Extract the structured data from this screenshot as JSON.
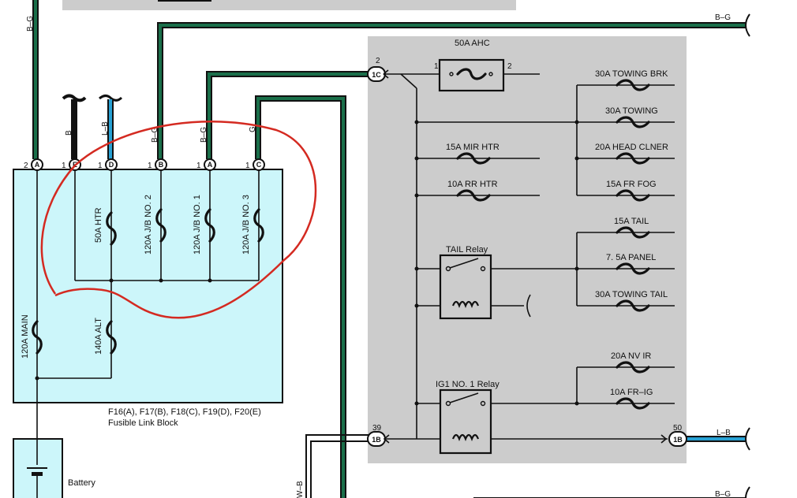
{
  "colors": {
    "junction_box_fill": "#cccccc",
    "fusible_link_fill": "#ccf6fa",
    "wire_bg": "#1a6f4a",
    "wire_lb": "#27a1d4",
    "wire_b": "#111111",
    "annotation_circle": "#d42a21"
  },
  "wires": {
    "bg_top_right": "B–G",
    "lb_right": "L–B",
    "bg_bottom_right": "B–G",
    "wb": "W–B",
    "bg_a_left": "B–G",
    "b_e": "B",
    "lb_d": "L–B",
    "bg_b": "B–G",
    "bg_a": "B–G",
    "g_c": "G"
  },
  "fusible_link_block": {
    "pins": {
      "a_left": "2",
      "e": "1",
      "d": "1",
      "b": "1",
      "a_right": "1",
      "c": "1"
    },
    "terminals": {
      "a_left": "A",
      "e": "E",
      "d": "D",
      "b": "B",
      "a_right": "A",
      "c": "C"
    },
    "fuses": {
      "htr": "50A HTR",
      "jb2": "120A J/B NO. 2",
      "jb1": "120A J/B NO. 1",
      "jb3": "120A J/B NO. 3",
      "main": "120A MAIN",
      "alt": "140A ALT"
    },
    "caption_line1": "F16(A), F17(B), F18(C), F19(D), F20(E)",
    "caption_line2": "Fusible Link Block"
  },
  "battery_label": "Battery",
  "junction_box": {
    "connectors": {
      "c1": {
        "pin": "2",
        "code": "1C"
      },
      "c2": {
        "pin": "39",
        "code": "1B"
      },
      "c3": {
        "pin": "50",
        "code": "1B"
      }
    },
    "ahc": {
      "label": "50A AHC",
      "pin_left": "1",
      "pin_right": "2"
    },
    "fuses": {
      "towing_brk": "30A TOWING BRK",
      "towing": "30A TOWING",
      "mir_htr": "15A MIR HTR",
      "head_clner": "20A HEAD CLNER",
      "rr_htr": "10A RR HTR",
      "fr_fog": "15A FR FOG",
      "tail": "15A TAIL",
      "panel": "7. 5A PANEL",
      "towing_tail": "30A TOWING TAIL",
      "nv_ir": "20A NV IR",
      "fr_ig": "10A FR–IG"
    },
    "relays": {
      "tail": "TAIL Relay",
      "ig1": "IG1 NO. 1 Relay"
    }
  }
}
